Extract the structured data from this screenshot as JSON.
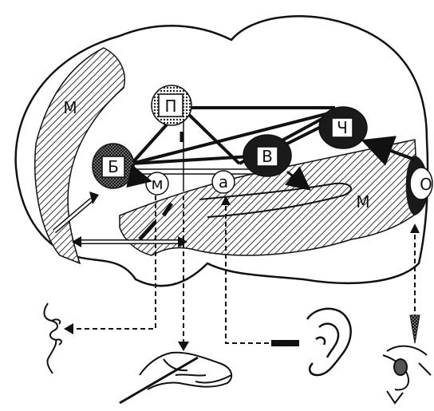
{
  "labels": {
    "memory_upper": "М",
    "memory_right": "М",
    "p": "П",
    "b": "Б",
    "m": "м",
    "a": "а",
    "v": "В",
    "ch": "Ч",
    "o": "О"
  },
  "icons": [
    "lips-icon",
    "writing-hand-icon",
    "ear-icon",
    "eye-icon"
  ],
  "colors": {
    "ink": "#111111",
    "paper": "#ffffff",
    "hatch": "#333333"
  }
}
